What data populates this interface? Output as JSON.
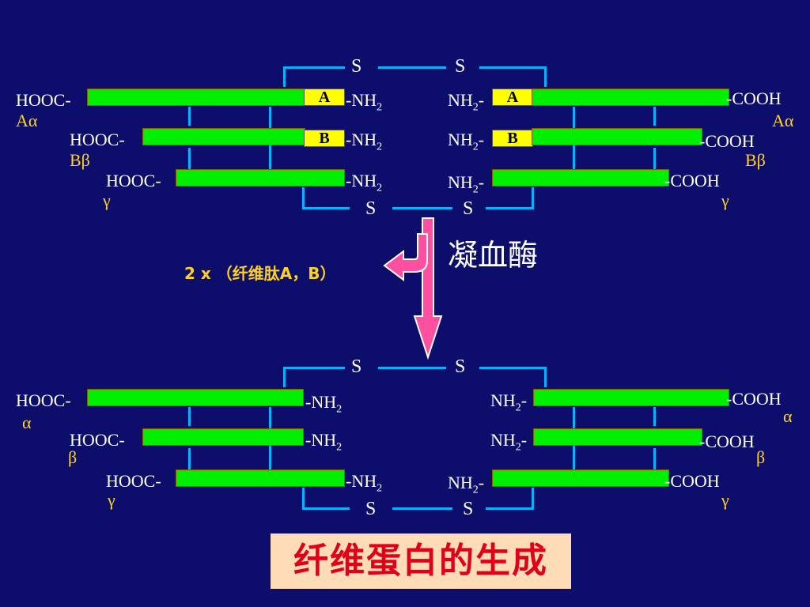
{
  "top": {
    "s_top_left": "S",
    "s_top_right": "S",
    "s_bottom_left": "S",
    "s_bottom_right": "S",
    "left_rows": [
      {
        "end": "HOOC-",
        "chain": "Aα",
        "seg": "A",
        "nh": "-NH",
        "sub": "2"
      },
      {
        "end": "HOOC-",
        "chain": "Bβ",
        "seg": "B",
        "nh": "-NH",
        "sub": "2"
      },
      {
        "end": "HOOC-",
        "chain": "γ",
        "nh": "-NH",
        "sub": "2"
      }
    ],
    "right_rows": [
      {
        "nh": "NH",
        "sub": "2",
        "dash": "-",
        "seg": "A",
        "end": "-COOH",
        "chain": "Aα"
      },
      {
        "nh": "NH",
        "sub": "2",
        "dash": "-",
        "seg": "B",
        "end": "-COOH",
        "chain": "Bβ"
      },
      {
        "nh": "NH",
        "sub": "2",
        "dash": "-",
        "end": "-COOH",
        "chain": "γ"
      }
    ]
  },
  "enzyme_label": "凝血酶",
  "released_peptides": "2 x （纤维肽A，B）",
  "bottom": {
    "s_top_left": "S",
    "s_top_right": "S",
    "s_bottom_left": "S",
    "s_bottom_right": "S",
    "left_rows": [
      {
        "end": "HOOC-",
        "chain": "α",
        "nh": "-NH",
        "sub": "2"
      },
      {
        "end": "HOOC-",
        "chain": "β",
        "nh": "-NH",
        "sub": "2"
      },
      {
        "end": "HOOC-",
        "chain": "γ",
        "nh": "-NH",
        "sub": "2"
      }
    ],
    "right_rows": [
      {
        "nh": "NH",
        "sub": "2",
        "dash": "-",
        "end": "-COOH",
        "chain": "α"
      },
      {
        "nh": "NH",
        "sub": "2",
        "dash": "-",
        "end": "-COOH",
        "chain": "β"
      },
      {
        "nh": "NH",
        "sub": "2",
        "dash": "-",
        "end": "-COOH",
        "chain": "γ"
      }
    ]
  },
  "result_label": "纤维蛋白的生成",
  "colors": {
    "background": "#0d0d6b",
    "chain": "#00ee00",
    "peptide": "#ffff00",
    "link": "#00b4ff",
    "arrow": "#ff4fa0",
    "greek": "#ffd21f"
  }
}
